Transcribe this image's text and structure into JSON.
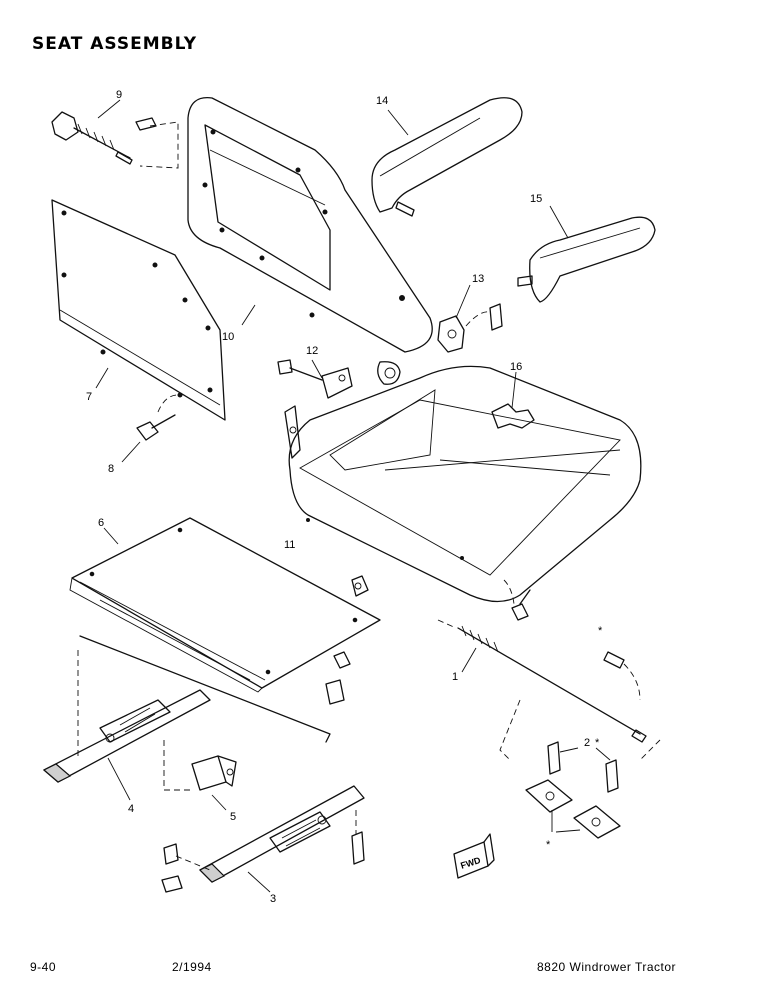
{
  "title": "SEAT ASSEMBLY",
  "footer": {
    "page": "9-40",
    "date": "2/1994",
    "model": "8820 Windrower Tractor"
  },
  "callouts": {
    "c1": "1",
    "c2": "2",
    "c3": "3",
    "c4": "4",
    "c5": "5",
    "c6": "6",
    "c7": "7",
    "c8": "8",
    "c9": "9",
    "c10": "10",
    "c11": "11",
    "c12": "12",
    "c13": "13",
    "c14": "14",
    "c15": "15",
    "c16": "16",
    "star": "*",
    "star2": "*",
    "star3": "*"
  },
  "fwd_label": "FWD"
}
